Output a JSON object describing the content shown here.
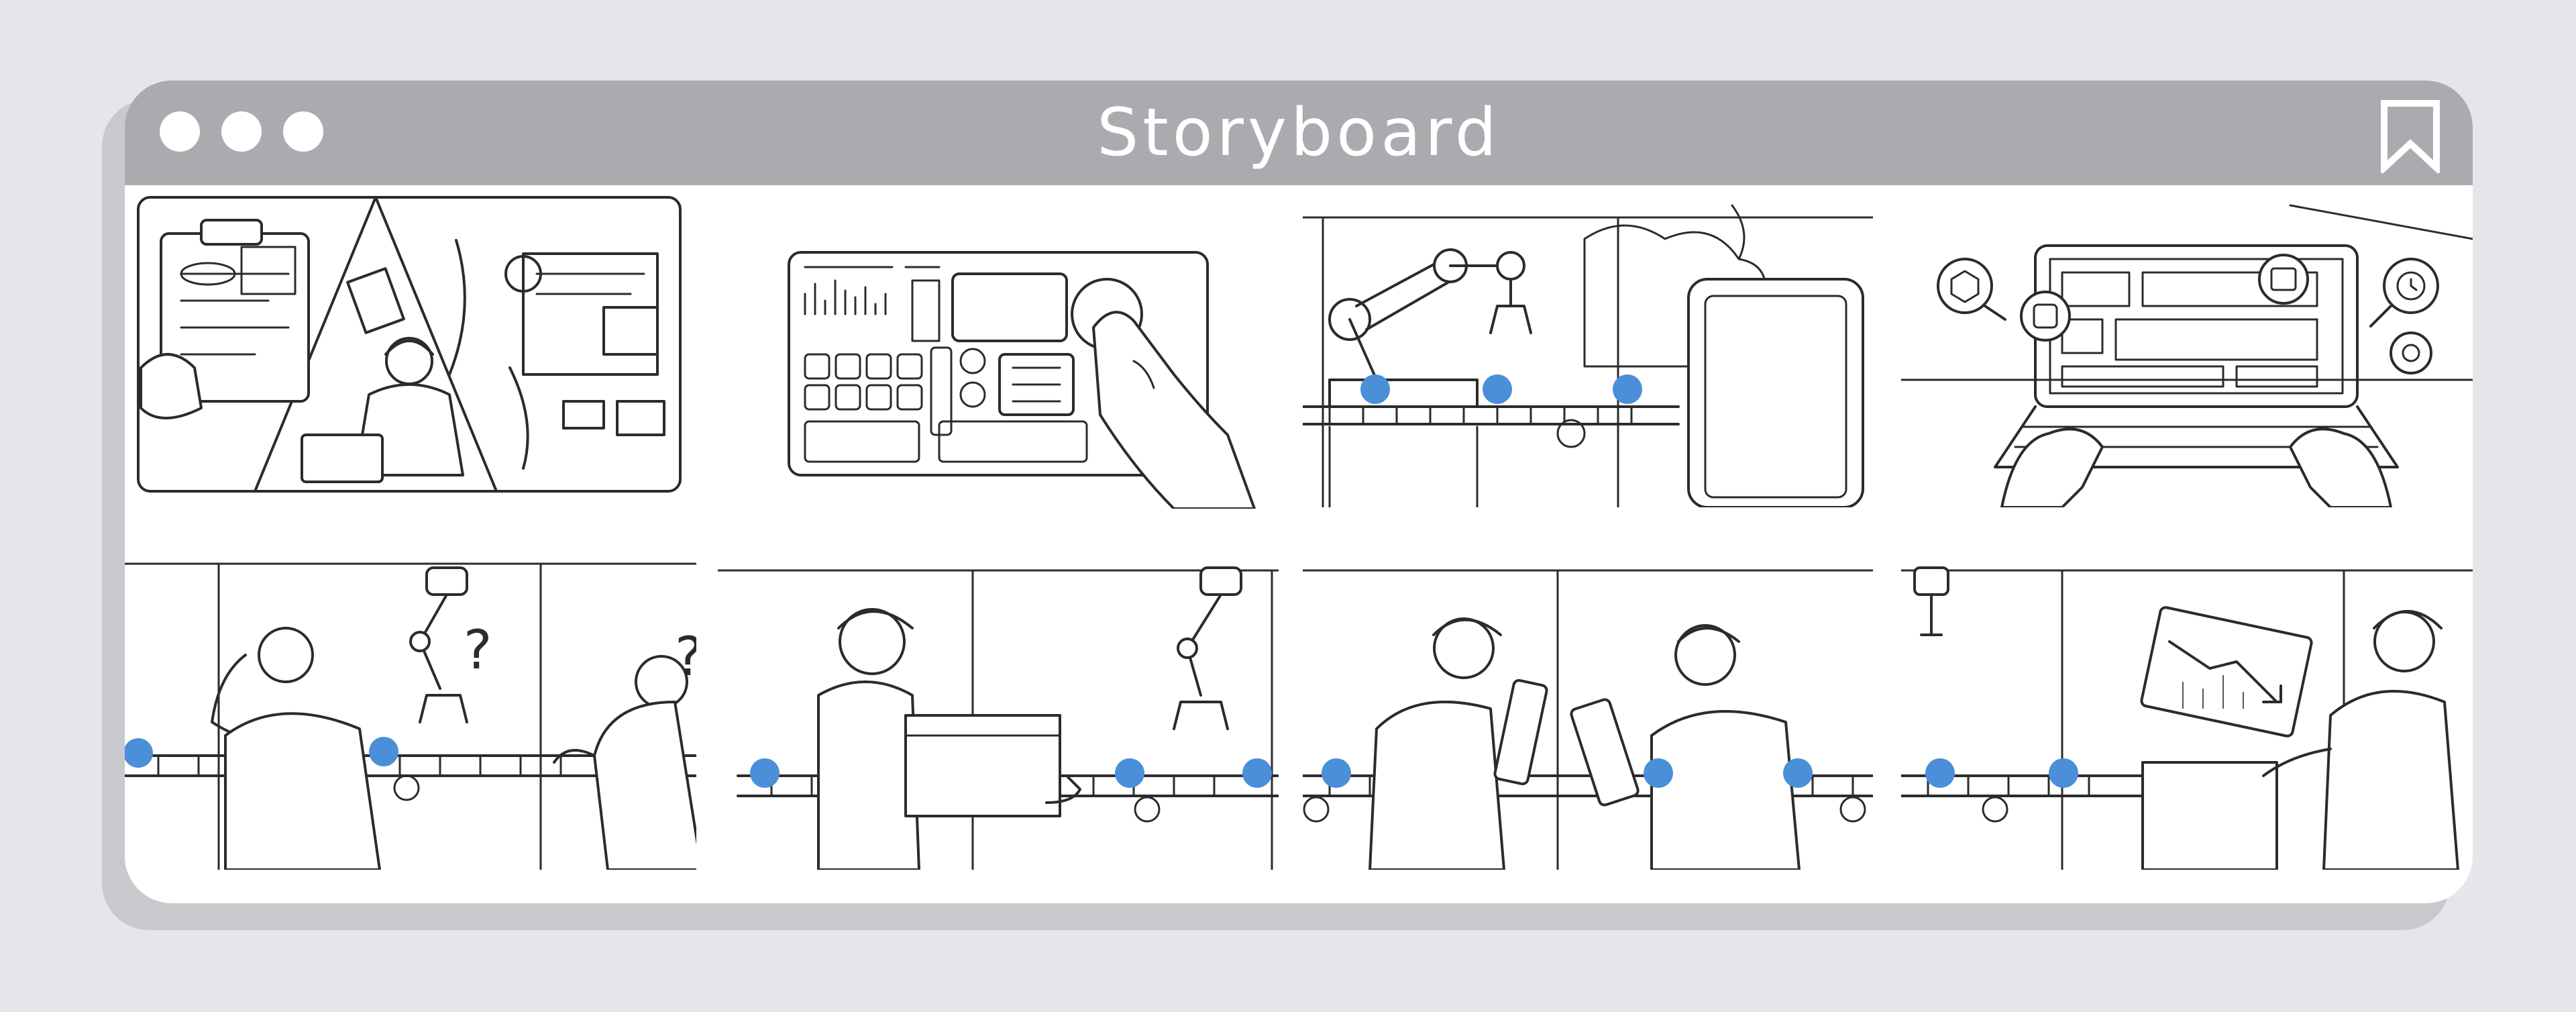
{
  "window": {
    "title": "Storyboard",
    "controls": [
      "dot-1",
      "dot-2",
      "dot-3"
    ],
    "bookmark_icon": "bookmark-icon"
  },
  "colors": {
    "background": "#e4e6ea",
    "titlebar": "#a9abaf",
    "accent_dots": "#4a8fd8",
    "ink": "#2b2b2b"
  },
  "storyboard": {
    "panels": [
      {
        "scene": "collage-operator-with-documents-and-screens"
      },
      {
        "scene": "hand-touching-control-panel"
      },
      {
        "scene": "robot-arm-over-conveyor-and-machine"
      },
      {
        "scene": "hands-typing-on-laptop-with-app-icons"
      },
      {
        "scene": "workers-confused-by-robot-arm"
      },
      {
        "scene": "worker-carrying-box-by-conveyor"
      },
      {
        "scene": "two-workers-reviewing-tablets"
      },
      {
        "scene": "worker-viewing-declining-chart-display"
      }
    ]
  }
}
